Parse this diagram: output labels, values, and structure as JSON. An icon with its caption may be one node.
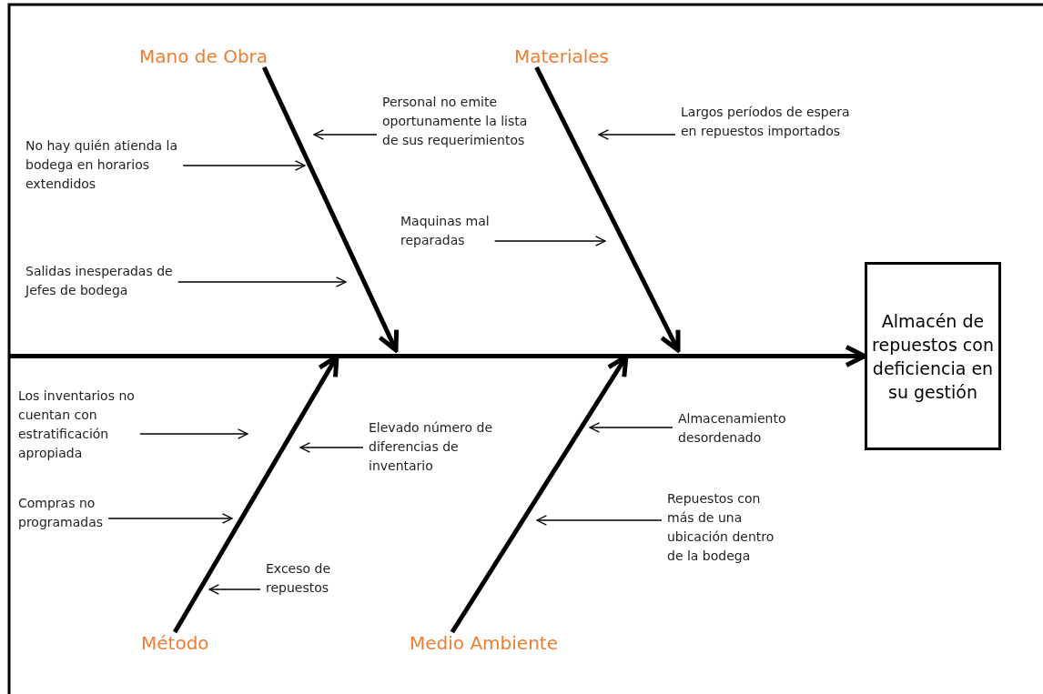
{
  "diagram": {
    "nodes": [
      {
        "text": [
          "Mano de Obra"
        ]
      },
      {
        "text": [
          "Materiales"
        ]
      },
      {
        "text": [
          "Método"
        ]
      },
      {
        "text": [
          "Medio Ambiente"
        ]
      },
      {
        "text": [
          "Almacén de repuestos con deficiencia en su gestión"
        ]
      },
      {
        "text": [
          "No hay quién atienda la bodega en horarios extendidos"
        ]
      },
      {
        "text": [
          "Personal no emite oportunamente la lista de sus requerimientos"
        ]
      },
      {
        "text": [
          "Salidas inesperadas de Jefes de bodega"
        ]
      },
      {
        "text": [
          "Maquinas mal reparadas"
        ]
      },
      {
        "text": [
          "Largos períodos de espera en repuestos importados"
        ]
      },
      {
        "text": [
          "Los inventarios no cuentan con estratificación apropiada"
        ]
      },
      {
        "text": [
          "Elevado número de diferencias de inventario"
        ]
      },
      {
        "text": [
          "Compras no programadas"
        ]
      },
      {
        "text": [
          "Exceso de repuestos"
        ]
      },
      {
        "text": [
          "Almacenamiento desordenado"
        ]
      },
      {
        "text": [
          "Repuestos con más de una ubicación dentro de la bodega"
        ]
      }
    ],
    "edges": [
      {
        "from": null,
        "to": 4,
        "arrow": "to",
        "style": "thick"
      },
      {
        "from": 0,
        "to": null,
        "arrow": "to",
        "style": "thick"
      },
      {
        "from": 1,
        "to": null,
        "arrow": "to",
        "style": "thick"
      },
      {
        "from": 2,
        "to": null,
        "arrow": "to",
        "style": "thick"
      },
      {
        "from": 3,
        "to": null,
        "arrow": "to",
        "style": "thick"
      },
      {
        "from": 5,
        "to": null,
        "arrow": "to"
      },
      {
        "from": 6,
        "to": null,
        "arrow": "to"
      },
      {
        "from": 7,
        "to": null,
        "arrow": "to"
      },
      {
        "from": 8,
        "to": null,
        "arrow": "to"
      },
      {
        "from": 9,
        "to": null,
        "arrow": "to"
      },
      {
        "from": 10,
        "to": null,
        "arrow": "to"
      },
      {
        "from": 11,
        "to": null,
        "arrow": "to"
      },
      {
        "from": 12,
        "to": null,
        "arrow": "to"
      },
      {
        "from": 13,
        "to": null,
        "arrow": "to"
      },
      {
        "from": 14,
        "to": null,
        "arrow": "to"
      },
      {
        "from": 15,
        "to": null,
        "arrow": "to"
      }
    ]
  }
}
